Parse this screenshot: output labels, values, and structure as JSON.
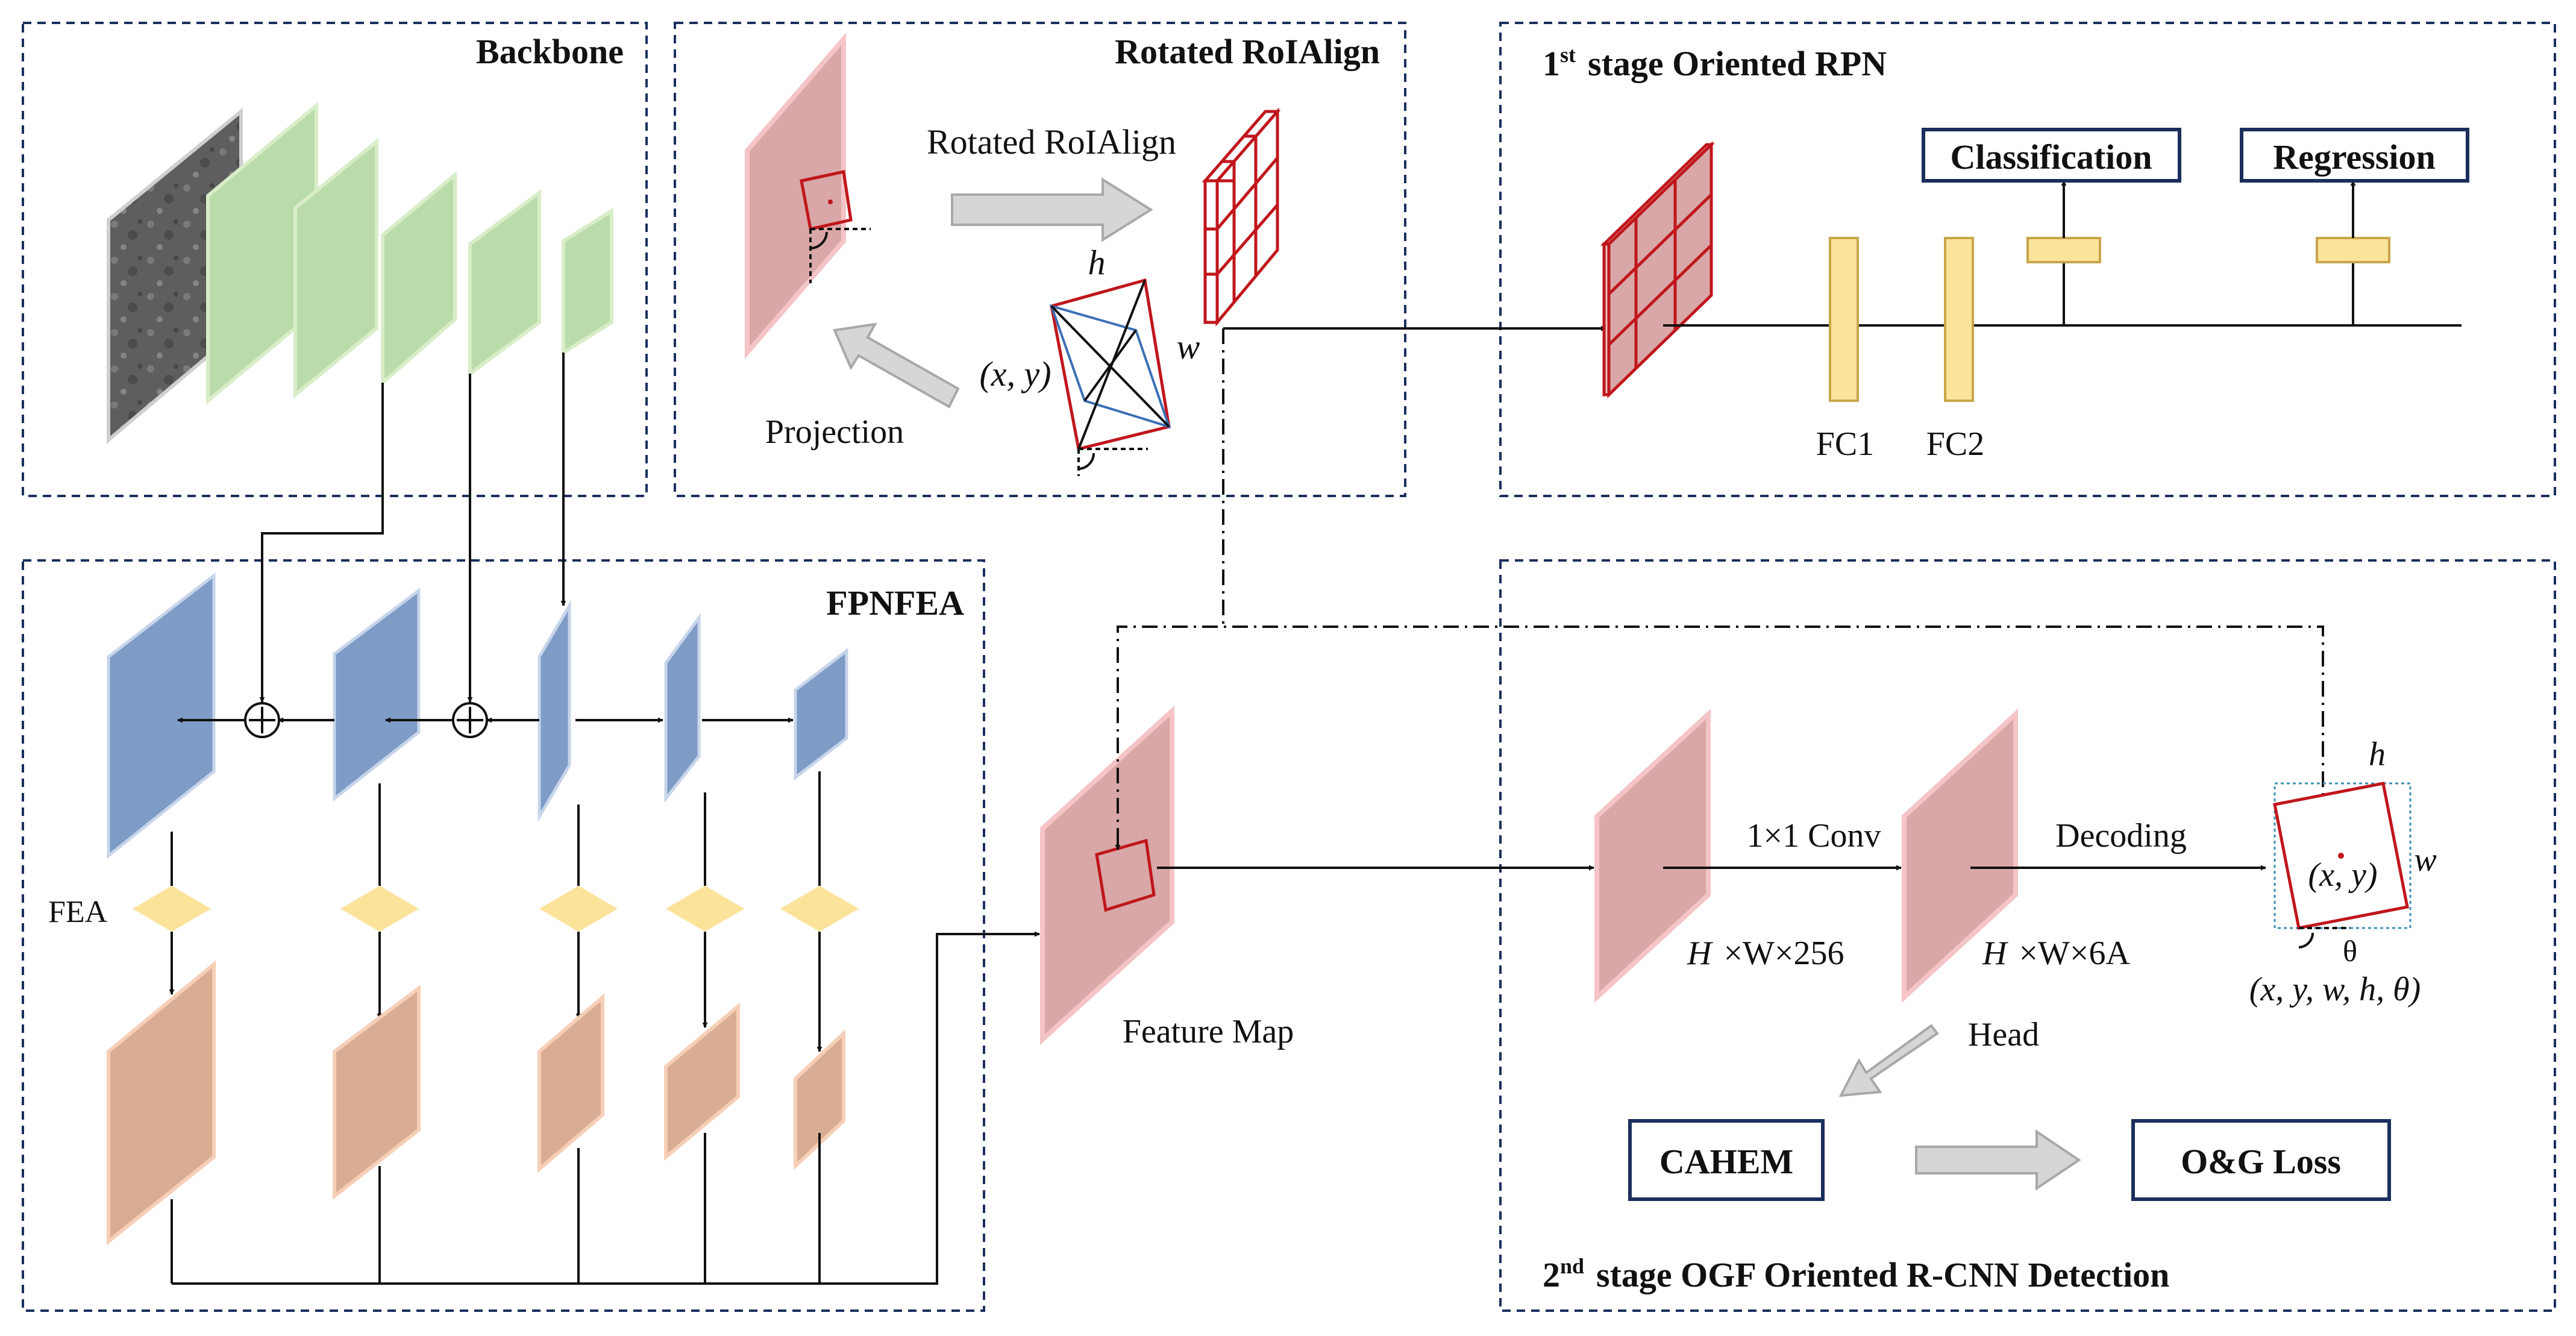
{
  "panels": {
    "backbone": {
      "title": "Backbone"
    },
    "rroi": {
      "title": "Rotated RoIAlign",
      "arrow_label": "Rotated RoIAlign",
      "proj_label": "Projection"
    },
    "rpn": {
      "title_sup": "st",
      "title_rest": "stage  Oriented RPN",
      "title_num": "1"
    },
    "fpn": {
      "title": "FPNFEA",
      "fea_label": "FEA"
    },
    "det": {
      "title_num": "2",
      "title_sup": "nd",
      "title_rest": "stage  OGF Oriented R-CNN Detection"
    }
  },
  "labels": {
    "classification": "Classification",
    "regression": "Regression",
    "fc1": "FC1",
    "fc2": "FC2",
    "feature_map": "Feature Map",
    "conv": "1×1 Conv",
    "decoding": "Decoding",
    "dims1_var": "H",
    "dims1_rest": "×W×256",
    "dims2_var": "H",
    "dims2_rest": "×W×6A",
    "head": "Head",
    "cahem": "CAHEM",
    "og_loss": "O&G Loss",
    "h": "h",
    "w": "w",
    "xy": "(x, y)",
    "theta": "θ",
    "params": "(x, y, w, h, θ)"
  },
  "colors": {
    "green": "#b9dcaa",
    "blue": "#7f9cc7",
    "peach": "#e8b79a",
    "pink": "#e6b6b6",
    "yellow": "#fbe39a",
    "red": "#c0161c",
    "dash": "#1b2f5c"
  }
}
